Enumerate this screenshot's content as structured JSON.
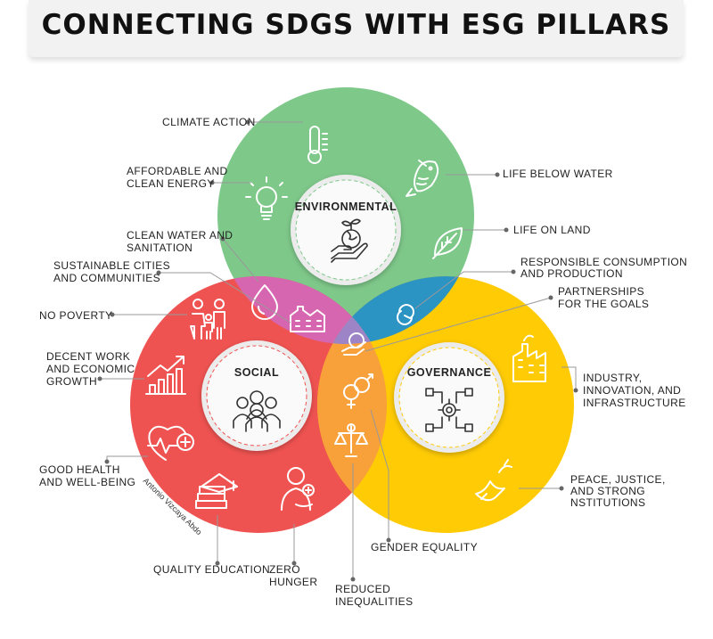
{
  "title": "CONNECTING SDGS WITH ESG PILLARS",
  "colors": {
    "environmental": "#7ec88a",
    "social": "#ef5351",
    "governance": "#ffcb05",
    "env_social": "#d666b0",
    "env_gov": "#2b94c3",
    "social_gov": "#f8a03a",
    "center": "#9d84c7"
  },
  "pillars": {
    "environmental": "ENVIRONMENTAL",
    "social": "SOCIAL",
    "governance": "GOVERNANCE"
  },
  "goals": {
    "climate_action": [
      "CLIMATE ACTION"
    ],
    "affordable_energy": [
      "AFFORDABLE AND",
      "CLEAN ENERGY"
    ],
    "life_below_water": [
      "LIFE BELOW WATER"
    ],
    "life_on_land": [
      "LIFE ON LAND"
    ],
    "clean_water": [
      "CLEAN WATER AND",
      "SANITATION"
    ],
    "sustainable_cities": [
      "SUSTAINABLE CITIES",
      "AND COMMUNITIES"
    ],
    "responsible_consumption": [
      "RESPONSIBLE CONSUMPTION",
      "AND PRODUCTION"
    ],
    "partnerships": [
      "PARTNERSHIPS",
      "FOR THE GOALS"
    ],
    "no_poverty": [
      "NO POVERTY"
    ],
    "decent_work": [
      "DECENT WORK",
      "AND ECONOMIC",
      "GROWTH"
    ],
    "industry": [
      "INDUSTRY,",
      "INNOVATION, AND",
      "INFRASTRUCTURE"
    ],
    "good_health": [
      "GOOD HEALTH",
      "AND WELL-BEING"
    ],
    "peace_justice": [
      "PEACE, JUSTICE,",
      "AND STRONG",
      "NSTITUTIONS"
    ],
    "quality_education": [
      "QUALITY EDUCATION"
    ],
    "zero_hunger": [
      "ZERO",
      "HUNGER"
    ],
    "gender_equality": [
      "GENDER EQUALITY"
    ],
    "reduced_inequalities": [
      "REDUCED",
      "INEQUALITIES"
    ]
  },
  "signature": "Antonio Vizcaya Abdo",
  "icons": {
    "climate_action": "thermometer-icon",
    "affordable_energy": "lightbulb-icon",
    "life_below_water": "fish-icon",
    "life_on_land": "leaf-icon",
    "clean_water": "water-drop-icon",
    "sustainable_cities": "city-building-icon",
    "responsible_consumption": "infinity-loop-icon",
    "partnerships": "handshake-globe-icon",
    "no_poverty": "family-icon",
    "decent_work": "growth-chart-icon",
    "industry": "factory-icon",
    "good_health": "heartbeat-icon",
    "peace_justice": "dove-icon",
    "quality_education": "books-icon",
    "zero_hunger": "person-with-bowl-icon",
    "gender_equality": "gender-symbols-icon",
    "reduced_inequalities": "balance-icon",
    "environmental": "hand-globe-icon",
    "social": "people-group-icon",
    "governance": "network-icon"
  }
}
